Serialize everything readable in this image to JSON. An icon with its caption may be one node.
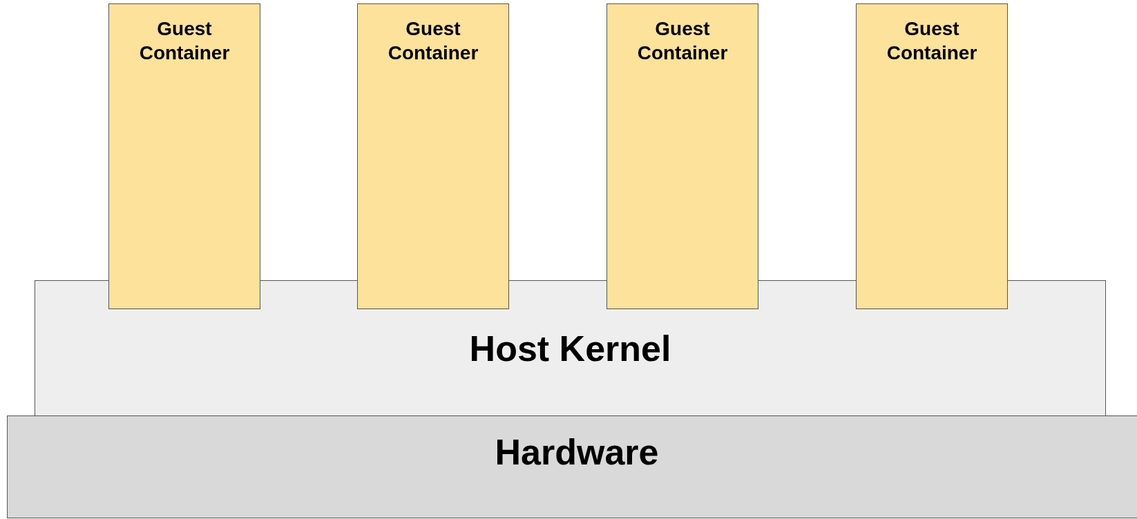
{
  "diagram": {
    "nodes": [
      {
        "text": [
          "Guest Container"
        ]
      },
      {
        "text": [
          "Guest Container"
        ]
      },
      {
        "text": [
          "Guest Container"
        ]
      },
      {
        "text": [
          "Guest Container"
        ]
      },
      {
        "text": [
          "Host Kernel"
        ]
      },
      {
        "text": [
          "Hardware"
        ]
      }
    ]
  }
}
